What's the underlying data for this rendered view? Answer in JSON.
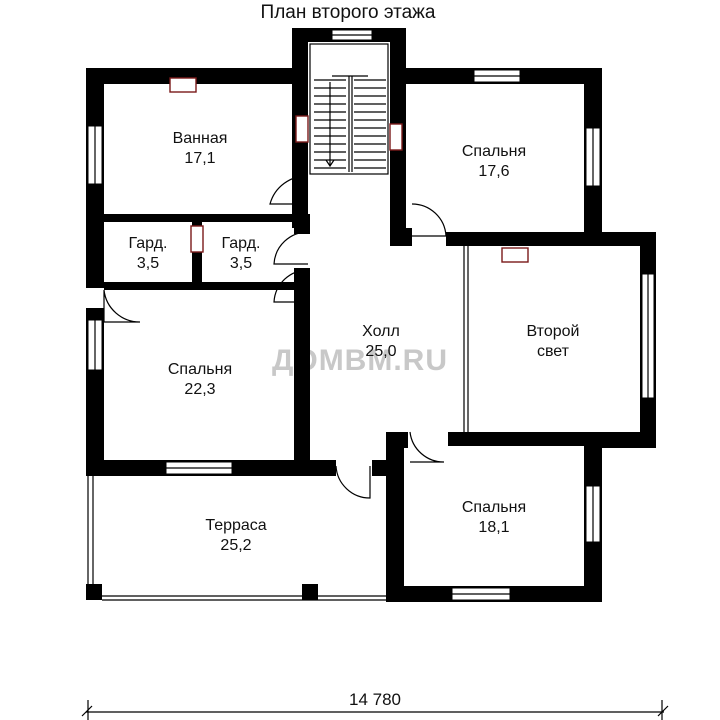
{
  "title": "План второго этажа",
  "watermark": "ДОМВМ.RU",
  "dimension": "14 780",
  "rooms": {
    "bath": {
      "name": "Ванная",
      "area": "17,1"
    },
    "bedroom_ne": {
      "name": "Спальня",
      "area": "17,6"
    },
    "closet_1": {
      "name": "Гард.",
      "area": "3,5"
    },
    "closet_2": {
      "name": "Гард.",
      "area": "3,5"
    },
    "hall": {
      "name": "Холл",
      "area": "25,0"
    },
    "second_light": {
      "line1": "Второй",
      "line2": "свет"
    },
    "bedroom_w": {
      "name": "Спальня",
      "area": "22,3"
    },
    "terrace": {
      "name": "Терраса",
      "area": "25,2"
    },
    "bedroom_se": {
      "name": "Спальня",
      "area": "18,1"
    }
  }
}
